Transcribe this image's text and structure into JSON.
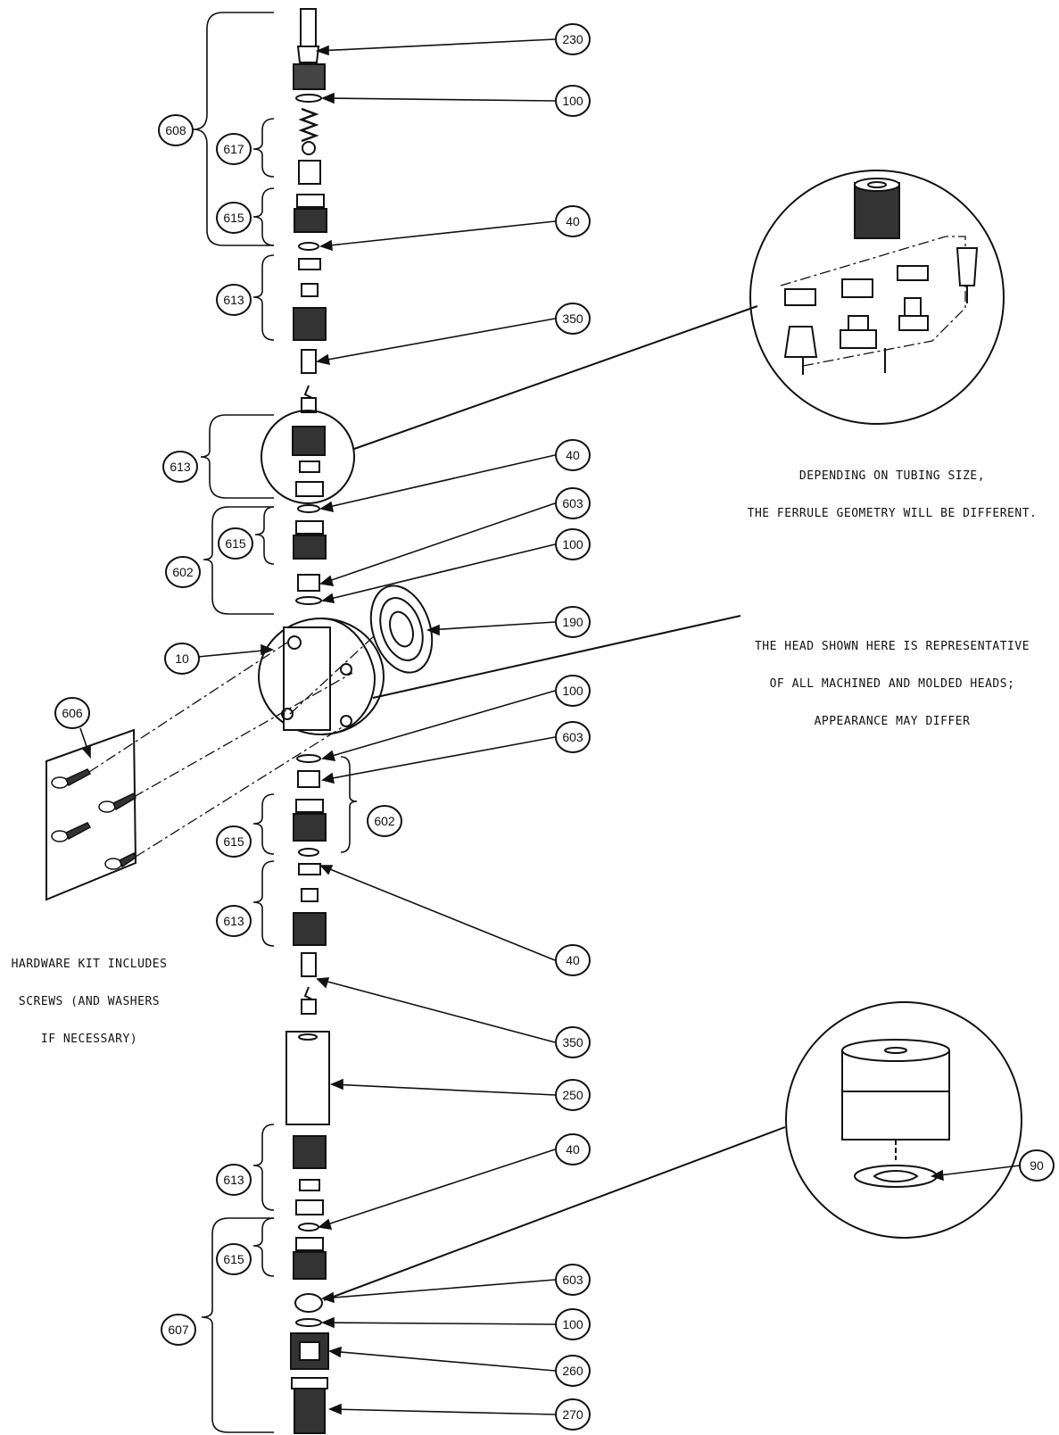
{
  "callouts": {
    "c230": "230",
    "c100a": "100",
    "c40a": "40",
    "c350a": "350",
    "c40b": "40",
    "c603a": "603",
    "c100b": "100",
    "c190": "190",
    "c100c": "100",
    "c603b": "603",
    "c602b": "602",
    "c40c": "40",
    "c350b": "350",
    "c250": "250",
    "c40d": "40",
    "c603c": "603",
    "c100d": "100",
    "c260": "260",
    "c270": "270",
    "c90": "90",
    "c10": "10",
    "c606": "606",
    "g608": "608",
    "g617": "617",
    "g615a": "615",
    "g613a": "613",
    "g613b": "613",
    "g615b": "615",
    "g602a": "602",
    "g615c": "615",
    "g613c": "613",
    "g613d": "613",
    "g615d": "615",
    "g607": "607"
  },
  "notes": {
    "ferrule_line1": "DEPENDING ON TUBING SIZE,",
    "ferrule_line2": "THE FERRULE GEOMETRY WILL BE DIFFERENT.",
    "head_line1": "THE HEAD SHOWN HERE IS REPRESENTATIVE",
    "head_line2": "OF ALL MACHINED AND MOLDED HEADS;",
    "head_line3": "APPEARANCE MAY DIFFER",
    "hardware_line1": "HARDWARE KIT INCLUDES",
    "hardware_line2": "SCREWS (AND WASHERS",
    "hardware_line3": "IF NECESSARY)"
  }
}
